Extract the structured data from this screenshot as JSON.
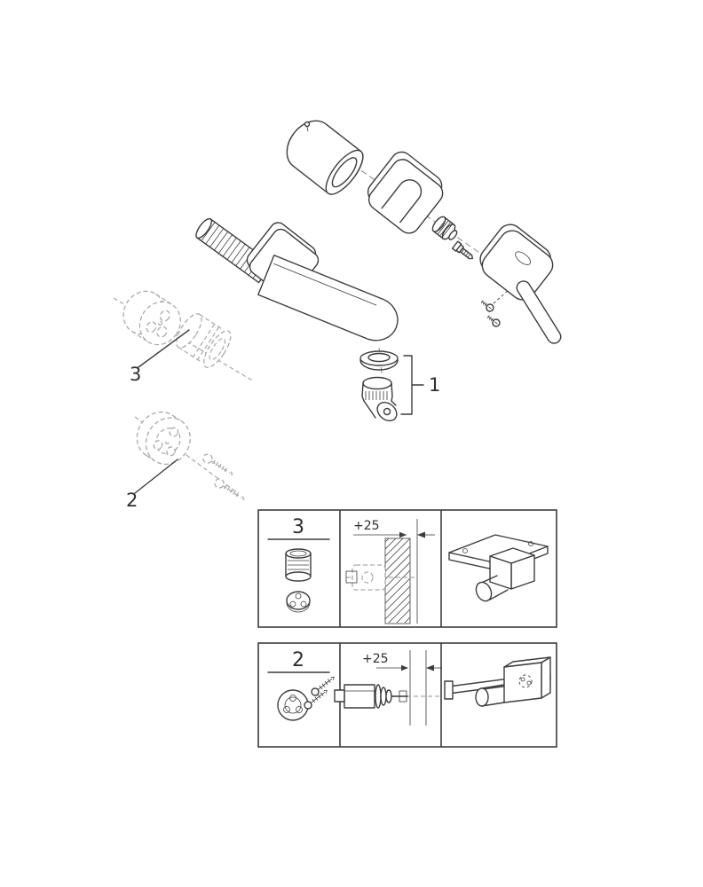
{
  "diagram": {
    "type": "exploded-parts-diagram",
    "callouts": {
      "c1": "1",
      "c2": "2",
      "c3": "3"
    },
    "panels": [
      {
        "label": "3",
        "dimension": "+25"
      },
      {
        "label": "2",
        "dimension": "+25"
      }
    ]
  },
  "colors": {
    "line": "#3c3c3c",
    "phantom": "#a9a9a9",
    "axis": "#8a8a8a",
    "background": "#ffffff"
  }
}
